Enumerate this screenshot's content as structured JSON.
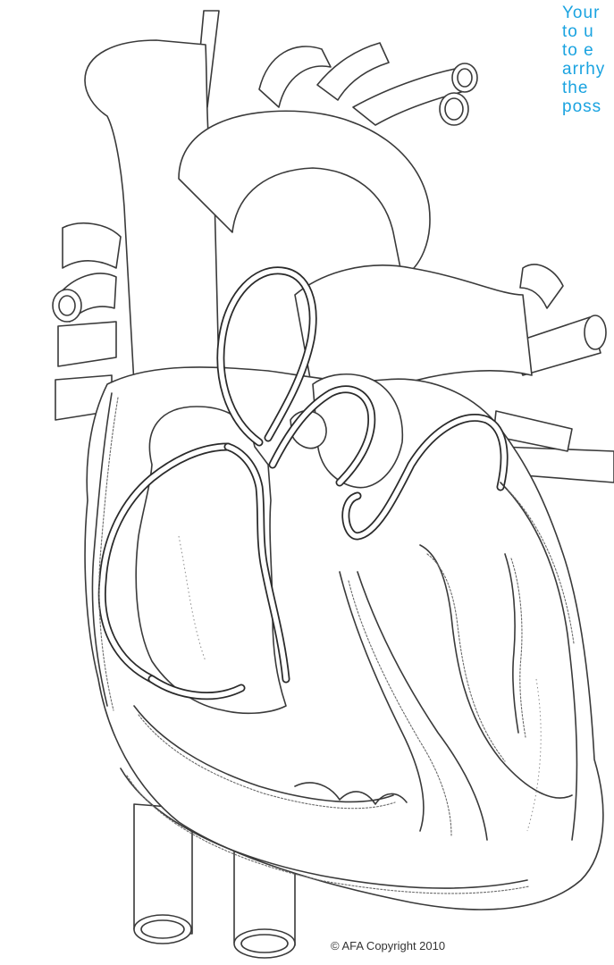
{
  "caption": {
    "color": "#1aa3e0",
    "lines": [
      "Your",
      "to u",
      "to e",
      "arrhy",
      "the",
      "poss"
    ]
  },
  "copyright": "© AFA Copyright 2010",
  "illustration": {
    "style": "line-art",
    "stroke_color": "#3a3a3a",
    "parts": [
      "superior-vena-cava",
      "aortic-arch",
      "arch-branch-arteries",
      "pulmonary-veins-right",
      "pulmonary-artery",
      "pulmonary-veins-left",
      "right-atrium",
      "left-atrium",
      "right-ventricle",
      "left-ventricle",
      "interventricular-septum",
      "conduction-pathways",
      "coronary-vessels",
      "inferior-vena-cava"
    ]
  }
}
